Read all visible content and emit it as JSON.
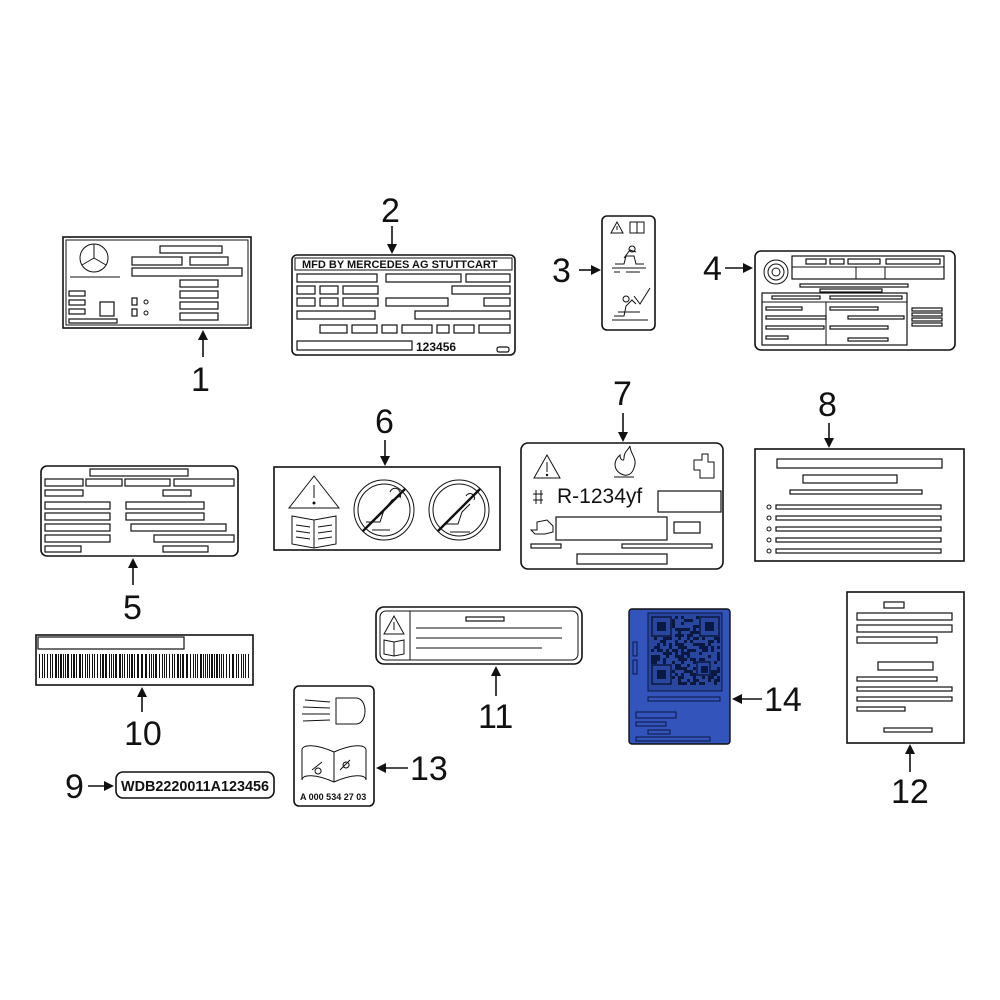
{
  "callouts": [
    "1",
    "2",
    "3",
    "4",
    "5",
    "6",
    "7",
    "8",
    "9",
    "10",
    "11",
    "12",
    "13",
    "14"
  ],
  "label2": {
    "header": "MFD BY MERCEDES AG STUTTCART",
    "serial": "123456"
  },
  "label7": {
    "refrigerant": "R-1234yf"
  },
  "label9": {
    "vin": "WDB2220011A123456"
  },
  "label13": {
    "part_number": "A 000 534 27 03"
  },
  "colors": {
    "highlight": "#3355bb",
    "line": "#111111"
  }
}
